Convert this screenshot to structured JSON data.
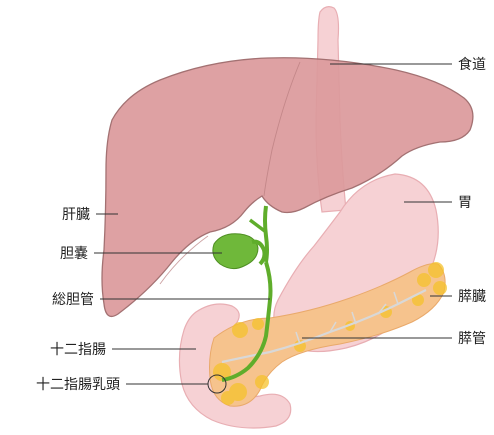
{
  "labels": {
    "esophagus": "食道",
    "stomach": "胃",
    "liver": "肝臓",
    "gallbladder": "胆嚢",
    "common_bile_duct": "総胆管",
    "pancreas": "膵臓",
    "duodenum": "十二指腸",
    "pancreatic_duct": "膵管",
    "duodenal_papilla": "十二指腸乳頭"
  },
  "colors": {
    "liver": "#dc9a9c",
    "liver_stroke": "#9c6667",
    "stomach": "#f6d1d4",
    "stomach_stroke": "#e8aeb3",
    "gallbladder": "#6fb83a",
    "bile_duct": "#5fad2b",
    "pancreas": "#f6c38d",
    "pancreas_lobe": "#f5c22c",
    "pancreatic_duct": "#d8d8d8"
  }
}
